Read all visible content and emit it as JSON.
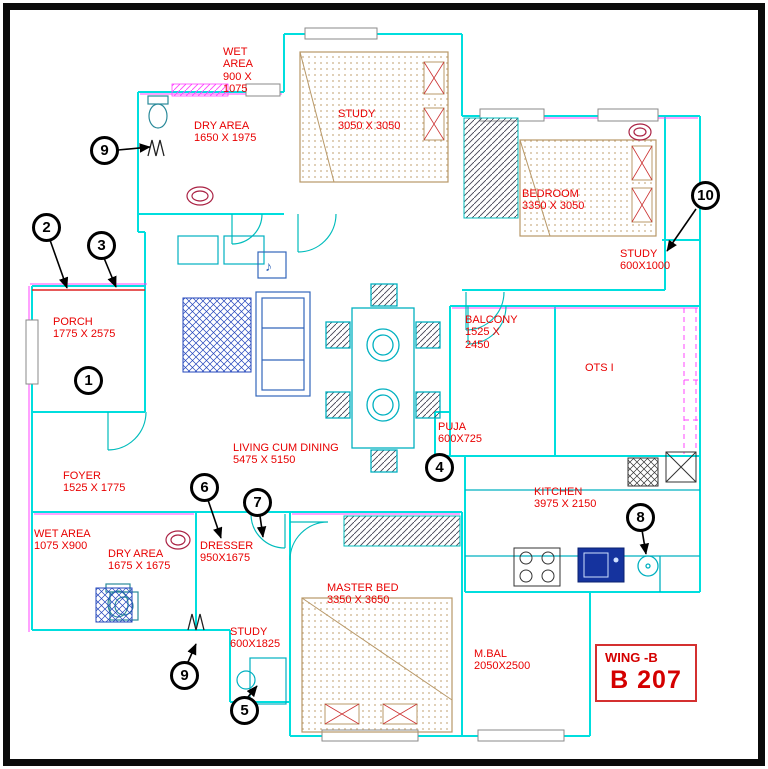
{
  "unit_box": {
    "wing_label": "WING -B",
    "unit_number": "B 207"
  },
  "rooms": [
    {
      "id": "wet-area-top",
      "label": "WET AREA",
      "dims": "900 X 1075"
    },
    {
      "id": "dry-area-top",
      "label": "DRY AREA",
      "dims": "1650 X 1975"
    },
    {
      "id": "study-top",
      "label": "STUDY",
      "dims": "3050 X 3050"
    },
    {
      "id": "bedroom",
      "label": "BEDROOM",
      "dims": "3350 X 3050"
    },
    {
      "id": "study-right",
      "label": "STUDY",
      "dims": "600X1000"
    },
    {
      "id": "porch",
      "label": "PORCH",
      "dims": "1775 X 2575"
    },
    {
      "id": "balcony",
      "label": "BALCONY",
      "dims": "1525 X 2450"
    },
    {
      "id": "ots",
      "label": "OTS I",
      "dims": ""
    },
    {
      "id": "puja",
      "label": "PUJA",
      "dims": "600X725"
    },
    {
      "id": "living-cum-dining",
      "label": "LIVING CUM DINING",
      "dims": "5475 X 5150"
    },
    {
      "id": "foyer",
      "label": "FOYER",
      "dims": "1525 X 1775"
    },
    {
      "id": "kitchen",
      "label": "KITCHEN",
      "dims": "3975 X 2150"
    },
    {
      "id": "wet-area-bottom",
      "label": "WET AREA",
      "dims": "1075 X900"
    },
    {
      "id": "dry-area-bottom",
      "label": "DRY AREA",
      "dims": "1675 X 1675"
    },
    {
      "id": "dresser",
      "label": "DRESSER",
      "dims": "950X1675"
    },
    {
      "id": "master-bed",
      "label": "MASTER BED",
      "dims": "3350 X 3650"
    },
    {
      "id": "study-bottom",
      "label": "STUDY",
      "dims": "600X1825"
    },
    {
      "id": "m-bal",
      "label": "M.BAL",
      "dims": "2050X2500"
    }
  ],
  "callouts": [
    {
      "n": "9"
    },
    {
      "n": "2"
    },
    {
      "n": "3"
    },
    {
      "n": "1"
    },
    {
      "n": "10"
    },
    {
      "n": "4"
    },
    {
      "n": "6"
    },
    {
      "n": "7"
    },
    {
      "n": "8"
    },
    {
      "n": "9"
    },
    {
      "n": "5"
    }
  ],
  "icons": {
    "music_note": "♪"
  },
  "colors": {
    "wall": "#00dede",
    "accent": "#ff44ff",
    "label": "#e80000",
    "callout": "#000000",
    "unit_border": "#d43030",
    "furniture": "#00b0c0",
    "rug": "#2244bb"
  }
}
